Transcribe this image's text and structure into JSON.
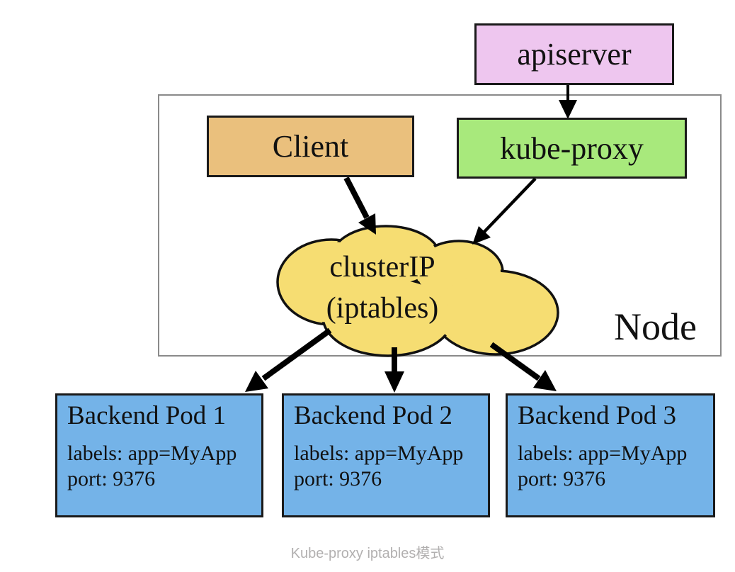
{
  "diagram": {
    "apiserver_label": "apiserver",
    "client_label": "Client",
    "kube_proxy_label": "kube-proxy",
    "cluster_ip": {
      "line1": "clusterIP",
      "line2": "(iptables)"
    },
    "node_label": "Node",
    "pods": [
      {
        "title": "Backend Pod 1",
        "labels_line": "labels: app=MyApp",
        "port_line": "port: 9376"
      },
      {
        "title": "Backend Pod 2",
        "labels_line": "labels: app=MyApp",
        "port_line": "port: 9376"
      },
      {
        "title": "Backend Pod 3",
        "labels_line": "labels: app=MyApp",
        "port_line": "port: 9376"
      }
    ],
    "caption": "Kube-proxy iptables模式"
  },
  "shapes": {
    "cloud": "cluster-ip-cloud",
    "arrows": [
      "apiserver-to-kube-proxy",
      "client-to-cluster-ip",
      "kube-proxy-to-cluster-ip",
      "cluster-ip-to-pod-1",
      "cluster-ip-to-pod-2",
      "cluster-ip-to-pod-3"
    ]
  },
  "colors": {
    "background": "#ffffff",
    "apiserver_fill": "#eec6ef",
    "client_fill": "#eac07d",
    "kube_proxy_fill": "#a8e97c",
    "cluster_ip_fill": "#f6dd72",
    "pod_fill": "#74b3e8",
    "box_border": "#1a1a1a",
    "node_border": "#8a8a8a",
    "arrow_color": "#000000",
    "text_color": "#111111",
    "caption_color": "#b2b0b0"
  }
}
